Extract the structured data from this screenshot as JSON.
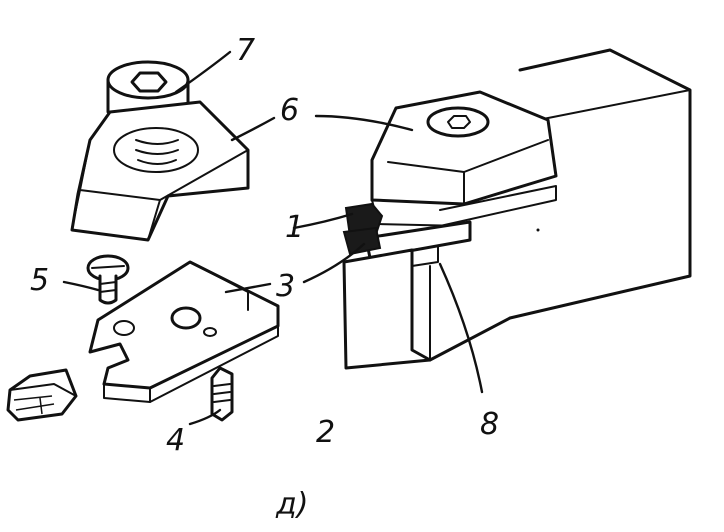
{
  "callouts": [
    {
      "label": "1"
    },
    {
      "label": "2"
    },
    {
      "label": "3"
    },
    {
      "label": "4"
    },
    {
      "label": "5"
    },
    {
      "label": "6"
    },
    {
      "label": "7"
    },
    {
      "label": "8"
    }
  ],
  "caption": "д)"
}
